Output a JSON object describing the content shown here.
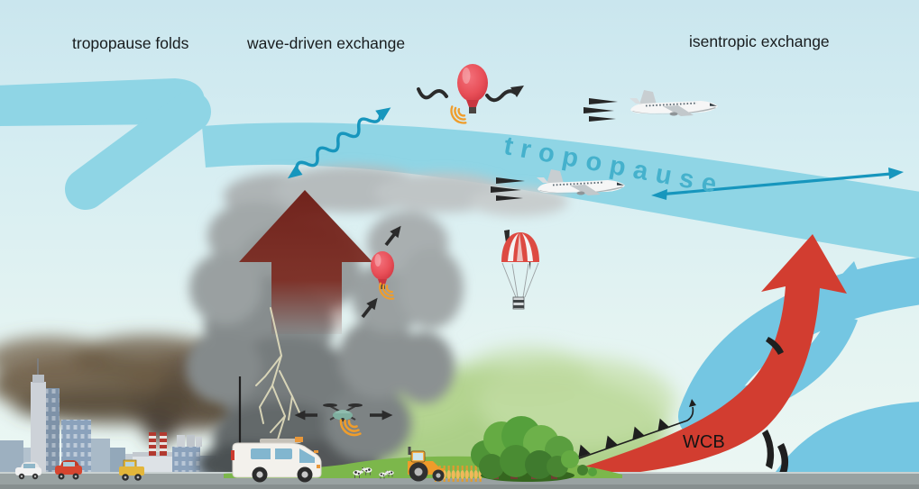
{
  "labels": {
    "tropopause_folds": "tropopause folds",
    "wave_driven_exchange": "wave-driven exchange",
    "isentropic_exchange": "isentropic exchange",
    "tropopause": "tropopause",
    "wcb": "WCB"
  },
  "colors": {
    "sky_top": "#cae6ee",
    "sky_bottom": "#ecf7f3",
    "tropopause_band": "#8fd5e5",
    "tropopause_text": "#45b1cc",
    "teal_arrow": "#1796bd",
    "wcb_red": "#d23d30",
    "wcb_blue": "#74c6e2",
    "updraft_maroon": "#7c2a20",
    "signal_orange": "#ef9d2c",
    "balloon_red": "#e84f58",
    "smog_brown": "#6b5b45",
    "hill_green": "#a9cd82",
    "grass_green": "#7cb74b",
    "road_gray": "#99a2a2",
    "lightning_cream": "#e9e4c2"
  },
  "icons": {
    "storm-cloud-icon": "cumulonimbus convection cloud",
    "updraft-arrow-icon": "dark red upward convection arrow",
    "gravity-wave-arrow-icon": "teal wavy double-headed arrow",
    "isentropic-arrow-icon": "teal double-headed exchange arrow",
    "wcb-arrow-icon": "red warm conveyor belt ascent arrow",
    "cyclonic-flow-arrow-icon": "light blue curved flow arrow",
    "cold-front-icon": "black front line with triangle barbs",
    "aircraft-icon": "research aircraft with speed lines",
    "weather-balloon-icon": "red sounding balloon",
    "dropsonde-icon": "red parachute dropsonde",
    "drone-icon": "quadcopter UAV",
    "signal-waves-icon": "orange telemetry arcs",
    "measurement-van-icon": "mobile measurement van with mast",
    "city-icon": "city skyline with smog",
    "factory-icon": "factory with striped smokestacks",
    "tractor-icon": "farm tractor",
    "cow-icon": "grazing cows",
    "trees-icon": "tree grove"
  }
}
